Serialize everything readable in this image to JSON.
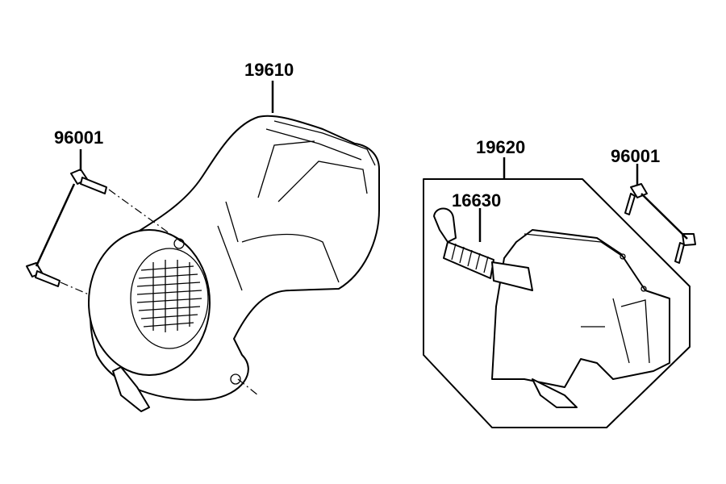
{
  "callouts": {
    "fan_cover": "19610",
    "bolt_left": "96001",
    "cover_assembly": "19620",
    "hose": "16630",
    "bolt_right": "96001"
  }
}
